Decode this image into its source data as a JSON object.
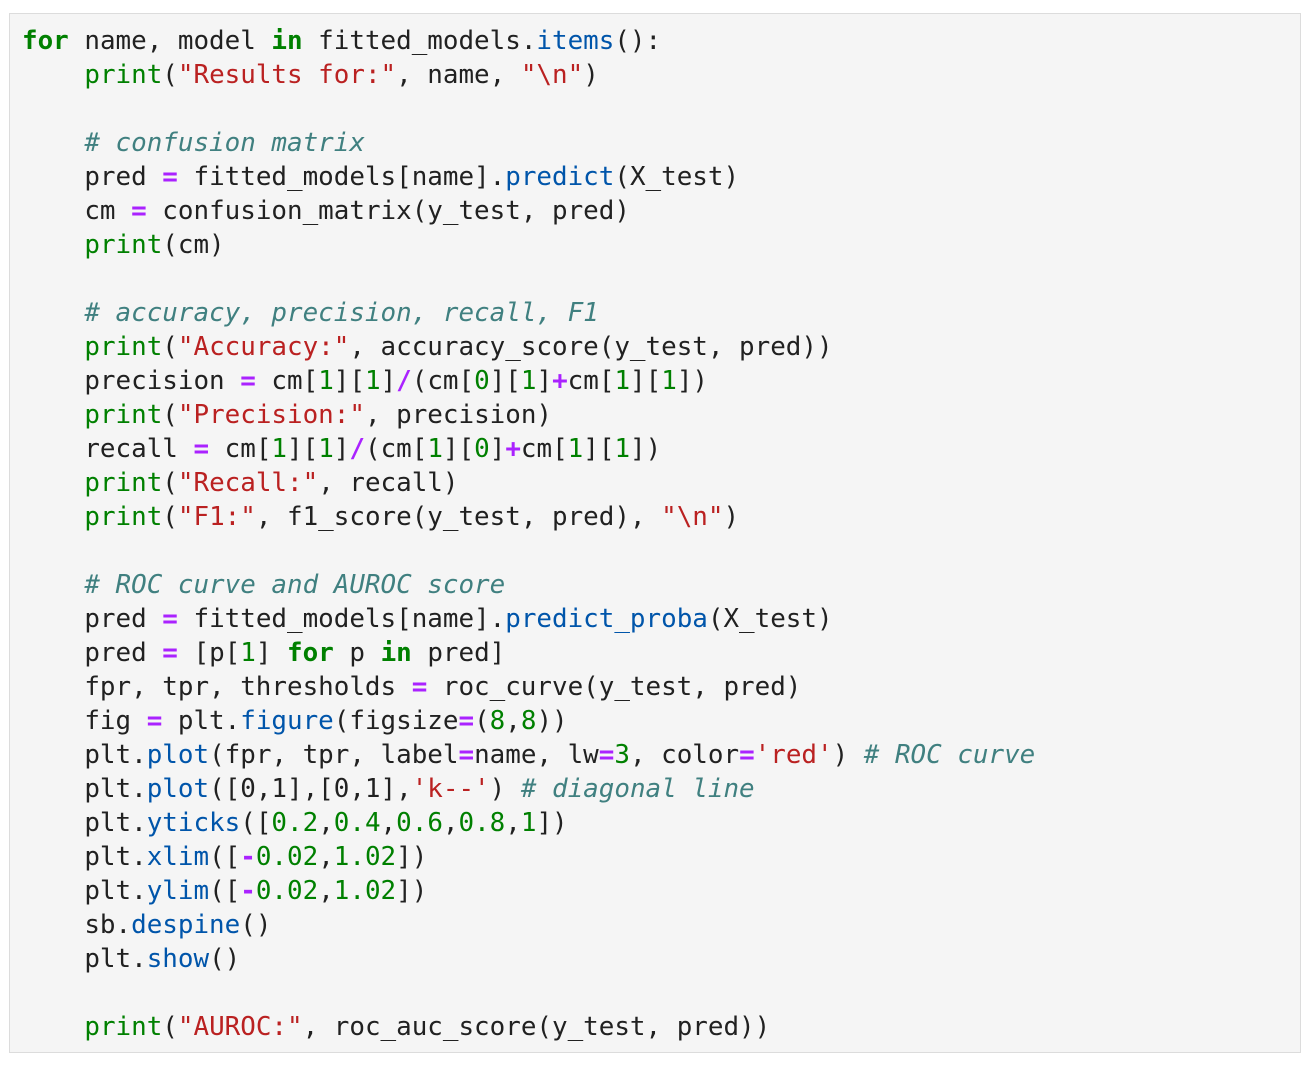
{
  "cell": {
    "lines": [
      [
        [
          "kw",
          "for"
        ],
        [
          "t",
          " name, model "
        ],
        [
          "kw",
          "in"
        ],
        [
          "t",
          " fitted_models."
        ],
        [
          "fn",
          "items"
        ],
        [
          "t",
          "():"
        ]
      ],
      [
        [
          "t",
          "    "
        ],
        [
          "bi",
          "print"
        ],
        [
          "t",
          "("
        ],
        [
          "str",
          "\"Results for:\""
        ],
        [
          "t",
          ", name, "
        ],
        [
          "str",
          "\"\\n\""
        ],
        [
          "t",
          ")"
        ]
      ],
      [],
      [
        [
          "t",
          "    "
        ],
        [
          "com",
          "# confusion matrix"
        ]
      ],
      [
        [
          "t",
          "    pred "
        ],
        [
          "op",
          "="
        ],
        [
          "t",
          " fitted_models[name]."
        ],
        [
          "fn",
          "predict"
        ],
        [
          "t",
          "(X_test)"
        ]
      ],
      [
        [
          "t",
          "    cm "
        ],
        [
          "op",
          "="
        ],
        [
          "t",
          " confusion_matrix(y_test, pred)"
        ]
      ],
      [
        [
          "t",
          "    "
        ],
        [
          "bi",
          "print"
        ],
        [
          "t",
          "(cm)"
        ]
      ],
      [],
      [
        [
          "t",
          "    "
        ],
        [
          "com",
          "# accuracy, precision, recall, F1"
        ]
      ],
      [
        [
          "t",
          "    "
        ],
        [
          "bi",
          "print"
        ],
        [
          "t",
          "("
        ],
        [
          "str",
          "\"Accuracy:\""
        ],
        [
          "t",
          ", accuracy_score(y_test, pred))"
        ]
      ],
      [
        [
          "t",
          "    precision "
        ],
        [
          "op",
          "="
        ],
        [
          "t",
          " cm["
        ],
        [
          "num",
          "1"
        ],
        [
          "t",
          "]["
        ],
        [
          "num",
          "1"
        ],
        [
          "t",
          "]"
        ],
        [
          "op",
          "/"
        ],
        [
          "t",
          "(cm["
        ],
        [
          "num",
          "0"
        ],
        [
          "t",
          "]["
        ],
        [
          "num",
          "1"
        ],
        [
          "t",
          "]"
        ],
        [
          "op",
          "+"
        ],
        [
          "t",
          "cm["
        ],
        [
          "num",
          "1"
        ],
        [
          "t",
          "]["
        ],
        [
          "num",
          "1"
        ],
        [
          "t",
          "])"
        ]
      ],
      [
        [
          "t",
          "    "
        ],
        [
          "bi",
          "print"
        ],
        [
          "t",
          "("
        ],
        [
          "str",
          "\"Precision:\""
        ],
        [
          "t",
          ", precision)"
        ]
      ],
      [
        [
          "t",
          "    recall "
        ],
        [
          "op",
          "="
        ],
        [
          "t",
          " cm["
        ],
        [
          "num",
          "1"
        ],
        [
          "t",
          "]["
        ],
        [
          "num",
          "1"
        ],
        [
          "t",
          "]"
        ],
        [
          "op",
          "/"
        ],
        [
          "t",
          "(cm["
        ],
        [
          "num",
          "1"
        ],
        [
          "t",
          "]["
        ],
        [
          "num",
          "0"
        ],
        [
          "t",
          "]"
        ],
        [
          "op",
          "+"
        ],
        [
          "t",
          "cm["
        ],
        [
          "num",
          "1"
        ],
        [
          "t",
          "]["
        ],
        [
          "num",
          "1"
        ],
        [
          "t",
          "])"
        ]
      ],
      [
        [
          "t",
          "    "
        ],
        [
          "bi",
          "print"
        ],
        [
          "t",
          "("
        ],
        [
          "str",
          "\"Recall:\""
        ],
        [
          "t",
          ", recall)"
        ]
      ],
      [
        [
          "t",
          "    "
        ],
        [
          "bi",
          "print"
        ],
        [
          "t",
          "("
        ],
        [
          "str",
          "\"F1:\""
        ],
        [
          "t",
          ", f1_score(y_test, pred), "
        ],
        [
          "str",
          "\"\\n\""
        ],
        [
          "t",
          ")"
        ]
      ],
      [],
      [
        [
          "t",
          "    "
        ],
        [
          "com",
          "# ROC curve and AUROC score"
        ]
      ],
      [
        [
          "t",
          "    pred "
        ],
        [
          "op",
          "="
        ],
        [
          "t",
          " fitted_models[name]."
        ],
        [
          "fn",
          "predict_proba"
        ],
        [
          "t",
          "(X_test)"
        ]
      ],
      [
        [
          "t",
          "    pred "
        ],
        [
          "op",
          "="
        ],
        [
          "t",
          " [p["
        ],
        [
          "num",
          "1"
        ],
        [
          "t",
          "] "
        ],
        [
          "kw",
          "for"
        ],
        [
          "t",
          " p "
        ],
        [
          "kw",
          "in"
        ],
        [
          "t",
          " pred]"
        ]
      ],
      [
        [
          "t",
          "    fpr, tpr, thresholds "
        ],
        [
          "op",
          "="
        ],
        [
          "t",
          " roc_curve(y_test, pred)"
        ]
      ],
      [
        [
          "t",
          "    fig "
        ],
        [
          "op",
          "="
        ],
        [
          "t",
          " plt."
        ],
        [
          "fn",
          "figure"
        ],
        [
          "t",
          "(figsize"
        ],
        [
          "op",
          "="
        ],
        [
          "t",
          "("
        ],
        [
          "num",
          "8"
        ],
        [
          "t",
          ","
        ],
        [
          "num",
          "8"
        ],
        [
          "t",
          "))"
        ]
      ],
      [
        [
          "t",
          "    plt."
        ],
        [
          "fn",
          "plot"
        ],
        [
          "t",
          "(fpr, tpr, label"
        ],
        [
          "op",
          "="
        ],
        [
          "t",
          "name, lw"
        ],
        [
          "op",
          "="
        ],
        [
          "num",
          "3"
        ],
        [
          "t",
          ", color"
        ],
        [
          "op",
          "="
        ],
        [
          "str",
          "'red'"
        ],
        [
          "t",
          ") "
        ],
        [
          "com",
          "# ROC curve"
        ]
      ],
      [
        [
          "t",
          "    plt."
        ],
        [
          "fn",
          "plot"
        ],
        [
          "t",
          "([0,1],[0,1],"
        ],
        [
          "str",
          "'k--'"
        ],
        [
          "t",
          ") "
        ],
        [
          "com",
          "# diagonal line"
        ]
      ],
      [
        [
          "t",
          "    plt."
        ],
        [
          "fn",
          "yticks"
        ],
        [
          "t",
          "(["
        ],
        [
          "num",
          "0.2"
        ],
        [
          "t",
          ","
        ],
        [
          "num",
          "0.4"
        ],
        [
          "t",
          ","
        ],
        [
          "num",
          "0.6"
        ],
        [
          "t",
          ","
        ],
        [
          "num",
          "0.8"
        ],
        [
          "t",
          ","
        ],
        [
          "num",
          "1"
        ],
        [
          "t",
          "])"
        ]
      ],
      [
        [
          "t",
          "    plt."
        ],
        [
          "fn",
          "xlim"
        ],
        [
          "t",
          "(["
        ],
        [
          "op",
          "-"
        ],
        [
          "num",
          "0.02"
        ],
        [
          "t",
          ","
        ],
        [
          "num",
          "1.02"
        ],
        [
          "t",
          "])"
        ]
      ],
      [
        [
          "t",
          "    plt."
        ],
        [
          "fn",
          "ylim"
        ],
        [
          "t",
          "(["
        ],
        [
          "op",
          "-"
        ],
        [
          "num",
          "0.02"
        ],
        [
          "t",
          ","
        ],
        [
          "num",
          "1.02"
        ],
        [
          "t",
          "])"
        ]
      ],
      [
        [
          "t",
          "    sb."
        ],
        [
          "fn",
          "despine"
        ],
        [
          "t",
          "()"
        ]
      ],
      [
        [
          "t",
          "    plt."
        ],
        [
          "fn",
          "show"
        ],
        [
          "t",
          "()"
        ]
      ],
      [],
      [
        [
          "t",
          "    "
        ],
        [
          "bi",
          "print"
        ],
        [
          "t",
          "("
        ],
        [
          "str",
          "\"AUROC:\""
        ],
        [
          "t",
          ", roc_auc_score(y_test, pred))"
        ]
      ]
    ]
  }
}
